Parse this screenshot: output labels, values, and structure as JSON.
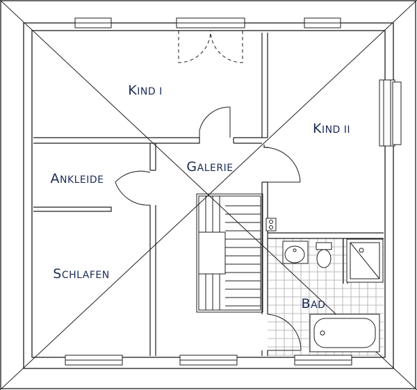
{
  "plan": {
    "rooms": [
      {
        "id": "kind-1",
        "label": "Kind I"
      },
      {
        "id": "kind-2",
        "label": "Kind II"
      },
      {
        "id": "galerie",
        "label": "Galerie"
      },
      {
        "id": "ankleide",
        "label": "Ankleide"
      },
      {
        "id": "schlafen",
        "label": "Schlafen"
      },
      {
        "id": "bad",
        "label": "Bad"
      }
    ]
  },
  "colors": {
    "line": "#1c1c1c",
    "label": "#1a2a55",
    "tile": "#9a9a9a",
    "background": "#ffffff"
  }
}
